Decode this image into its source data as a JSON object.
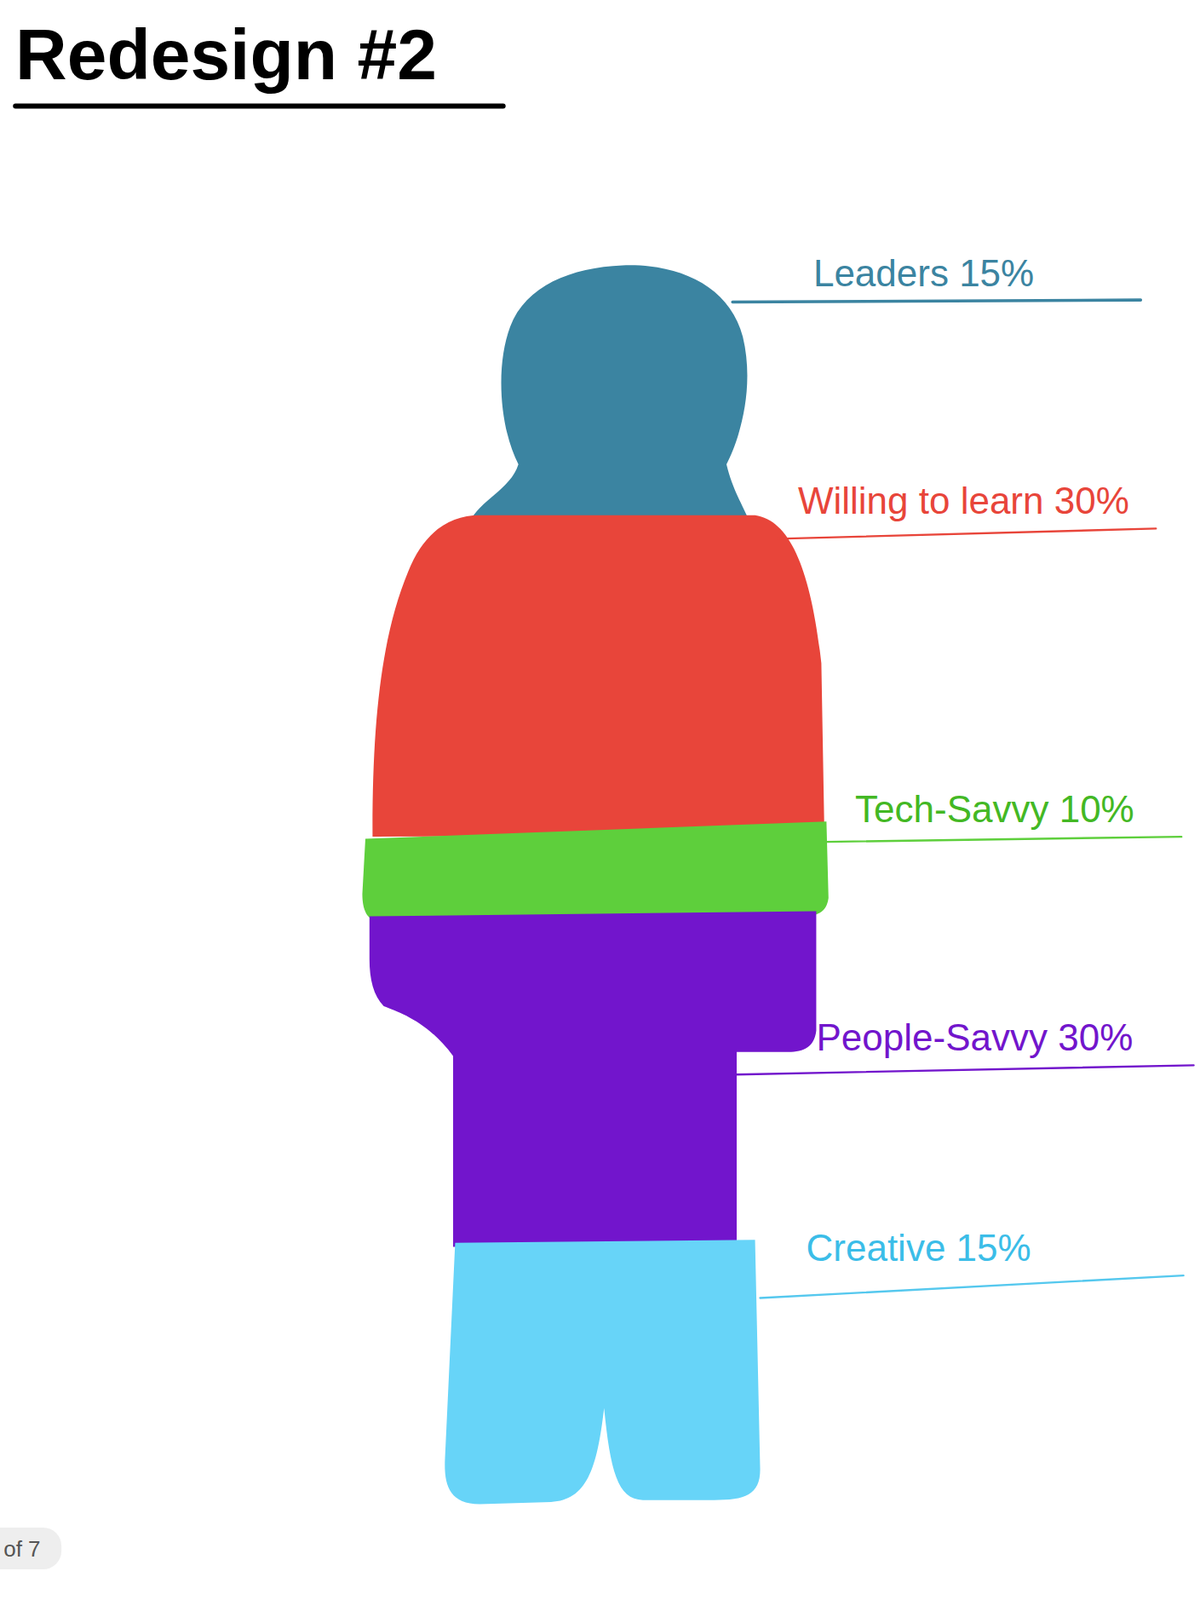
{
  "diagram": {
    "title": "Redesign #2",
    "labels": [
      "Leaders 15%",
      "Willing to learn 30%",
      "Tech-Savvy 10%",
      "People-Savvy 30%",
      "Creative 15%",
      "of 7"
    ]
  }
}
